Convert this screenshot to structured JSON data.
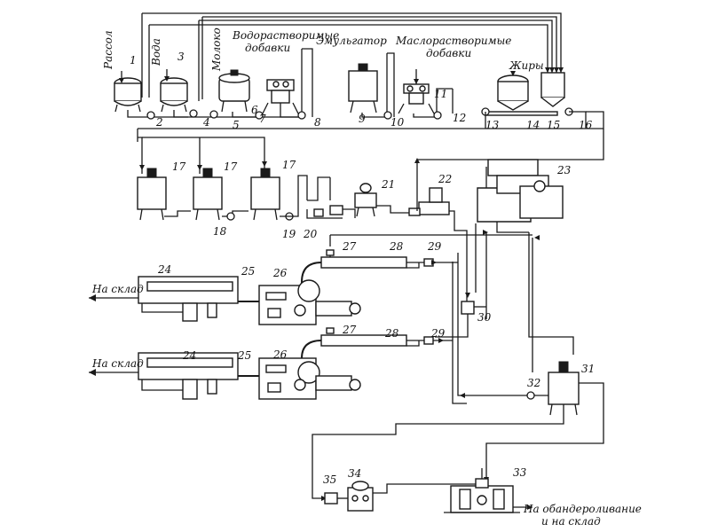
{
  "labels": {
    "brine": "Рассол",
    "water": "Вода",
    "milk": "Молоко",
    "water_soluble_1": "Водорастворимые",
    "water_soluble_2": "добавки",
    "emulsifier": "Эмульгатор",
    "oil_soluble_1": "Маслорастворимые",
    "oil_soluble_2": "добавки",
    "fats": "Жиры",
    "to_warehouse_1": "На склад",
    "to_warehouse_2": "На склад",
    "to_banding_1": "На обандероливание",
    "to_banding_2": "и на склад"
  },
  "numbers": {
    "n1": "1",
    "n2": "2",
    "n3": "3",
    "n4": "4",
    "n5": "5",
    "n6": "6",
    "n7": "7",
    "n8": "8",
    "n9": "9",
    "n10": "10",
    "n11": "11",
    "n12": "12",
    "n13": "13",
    "n14": "14",
    "n15": "15",
    "n16": "16",
    "n17a": "17",
    "n17b": "17",
    "n17c": "17",
    "n18": "18",
    "n19": "19",
    "n20": "20",
    "n21": "21",
    "n22": "22",
    "n23": "23",
    "n24a": "24",
    "n24b": "24",
    "n25a": "25",
    "n25b": "25",
    "n26a": "26",
    "n26b": "26",
    "n27a": "27",
    "n27b": "27",
    "n28a": "28",
    "n28b": "28",
    "n29a": "29",
    "n29b": "29",
    "n30": "30",
    "n31": "31",
    "n32": "32",
    "n33": "33",
    "n34": "34",
    "n35": "35"
  }
}
